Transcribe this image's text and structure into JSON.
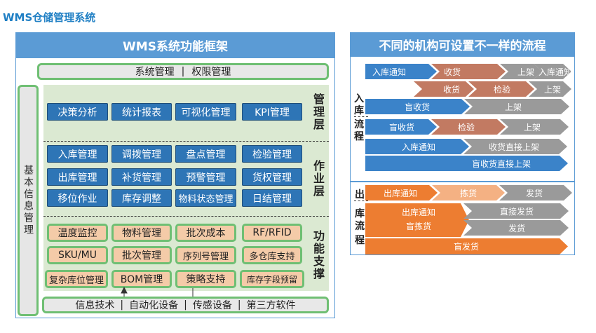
{
  "page_title": "WMS仓储管理系统",
  "framework": {
    "title": "WMS系统功能框架",
    "top_bar": {
      "left": "系统管理",
      "sep": "|",
      "right": "权限管理"
    },
    "side_bar": "基本信息管理",
    "layers": {
      "management": {
        "label": "管理层",
        "items": [
          "决策分析",
          "统计报表",
          "可视化管理",
          "KPI管理"
        ]
      },
      "operation": {
        "label": "作业层",
        "items": [
          "入库管理",
          "调拨管理",
          "盘点管理",
          "检验管理",
          "出库管理",
          "补货管理",
          "预警管理",
          "货权管理",
          "移位作业",
          "库存调整",
          "物料状态管理",
          "日结管理"
        ]
      },
      "support": {
        "label": "功能支撑",
        "items": [
          "温度监控",
          "物料管理",
          "批次成本",
          "RF/RFID",
          "SKU/MU",
          "批次管理",
          "序列号管理",
          "多仓库支持",
          "复杂库位管理",
          "BOM管理",
          "策略支持",
          "库存字段预留"
        ]
      }
    },
    "bottom_bar": {
      "items": [
        "信息技术",
        "自动化设备",
        "传感设备",
        "第三方软件"
      ],
      "sep": "|"
    }
  },
  "flows": {
    "title": "不同的机构可设置不一样的流程",
    "inbound": {
      "label": "入库流程",
      "rows": [
        [
          "入库通知",
          "收货",
          "上架",
          "入库通知"
        ],
        [
          "收货",
          "检验",
          "上架"
        ],
        [
          "盲收货",
          "上架"
        ],
        [
          "盲收货",
          "检验",
          "上架"
        ],
        [
          "入库通知",
          "收货直接上架"
        ],
        [
          "盲收货直接上架"
        ]
      ]
    },
    "outbound": {
      "label": "出库流程",
      "rows": [
        [
          "出库通知",
          "拣货",
          "发货"
        ],
        [
          "出库通知",
          "直接发货"
        ],
        [
          "盲拣货",
          "发货"
        ],
        [
          "盲发货"
        ]
      ]
    },
    "colors": {
      "blue": "#3b83c9",
      "brown": "#c27a62",
      "gray": "#9a9a9a",
      "orange": "#ed7d31",
      "light_orange": "#f4b183",
      "panel_header": "#5b9bd5",
      "green_border": "#6fbf73"
    }
  }
}
